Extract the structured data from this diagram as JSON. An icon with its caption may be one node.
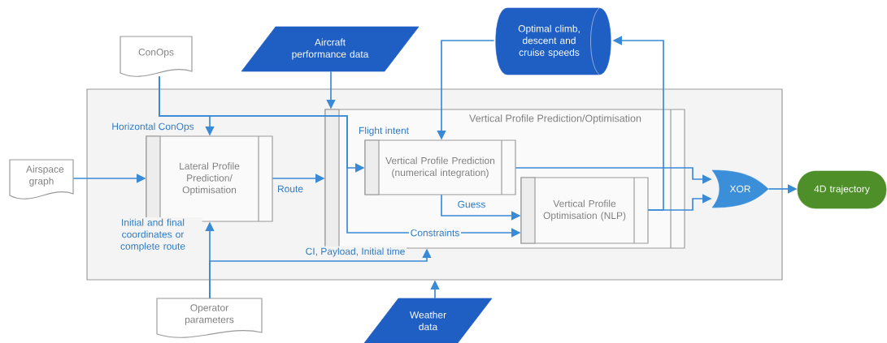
{
  "diagram": {
    "nodes": [
      {
        "text": [],
        "shape": "box"
      },
      {
        "text": [
          "ConOps"
        ]
      },
      {
        "text": [
          "Aircraft performance data"
        ]
      },
      {
        "text": [
          "Optimal climb, descent and cruise speeds"
        ]
      },
      {
        "text": [
          "Airspace graph"
        ]
      },
      {
        "text": [
          "Lateral Profile Prediction/ Optimisation"
        ],
        "in": 0
      },
      {
        "text": [
          "Vertical Profile Prediction/Optimisation"
        ],
        "in": 0
      },
      {
        "text": [
          "Vertical Profile Prediction (numerical integration)"
        ],
        "in": 6
      },
      {
        "text": [
          "Vertical Profile Optimisation (NLP)"
        ],
        "in": 6
      },
      {
        "text": [
          "XOR"
        ],
        "in": 0
      },
      {
        "text": [
          "4D trajectory"
        ]
      },
      {
        "text": [
          "Operator parameters"
        ]
      },
      {
        "text": [
          "Weather data"
        ]
      }
    ],
    "edges": [
      {
        "from": 1,
        "to": 5,
        "arrow": "to",
        "label": "Horizontal ConOps"
      },
      {
        "from": 1,
        "to": 7,
        "arrow": "to",
        "label": "Flight intent"
      },
      {
        "from": 1,
        "to": 8,
        "arrow": "to",
        "label": "Constraints"
      },
      {
        "from": 2,
        "to": 6,
        "arrow": "to"
      },
      {
        "from": 3,
        "to": 7,
        "arrow": "to"
      },
      {
        "from": 4,
        "to": 5,
        "arrow": "to"
      },
      {
        "from": 5,
        "to": 6,
        "arrow": "to",
        "label": "Route"
      },
      {
        "from": 7,
        "to": 8,
        "arrow": "to",
        "label": "Guess"
      },
      {
        "from": 7,
        "to": 9,
        "arrow": "to"
      },
      {
        "from": 8,
        "to": 9,
        "arrow": "to"
      },
      {
        "from": 8,
        "to": 3,
        "arrow": "to"
      },
      {
        "from": 9,
        "to": 10,
        "arrow": "to"
      },
      {
        "from": 11,
        "to": 5,
        "arrow": "to",
        "label": "Initial and final coordinates or complete route"
      },
      {
        "from": 11,
        "to": 6,
        "arrow": "to",
        "label": "CI, Payload, Initial time"
      },
      {
        "from": 12,
        "to": 0,
        "arrow": "to"
      }
    ]
  }
}
